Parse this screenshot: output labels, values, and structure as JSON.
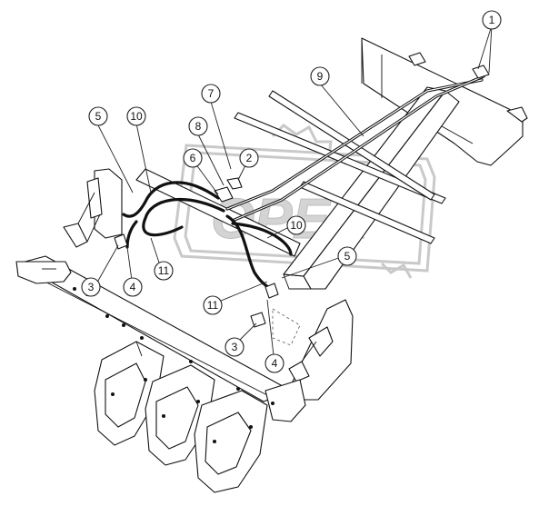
{
  "watermark": {
    "text": "OPEX",
    "color": "#cfcfcf"
  },
  "callouts": [
    {
      "id": "c1a",
      "label": "1"
    },
    {
      "id": "c9",
      "label": "9"
    },
    {
      "id": "c7",
      "label": "7"
    },
    {
      "id": "c8",
      "label": "8"
    },
    {
      "id": "c2",
      "label": "2"
    },
    {
      "id": "c6",
      "label": "6"
    },
    {
      "id": "c5a",
      "label": "5"
    },
    {
      "id": "c10a",
      "label": "10"
    },
    {
      "id": "c10b",
      "label": "10"
    },
    {
      "id": "c11a",
      "label": "11"
    },
    {
      "id": "c11b",
      "label": "11"
    },
    {
      "id": "c5b",
      "label": "5"
    },
    {
      "id": "c3a",
      "label": "3"
    },
    {
      "id": "c4a",
      "label": "4"
    },
    {
      "id": "c3b",
      "label": "3"
    },
    {
      "id": "c4b",
      "label": "4"
    }
  ]
}
